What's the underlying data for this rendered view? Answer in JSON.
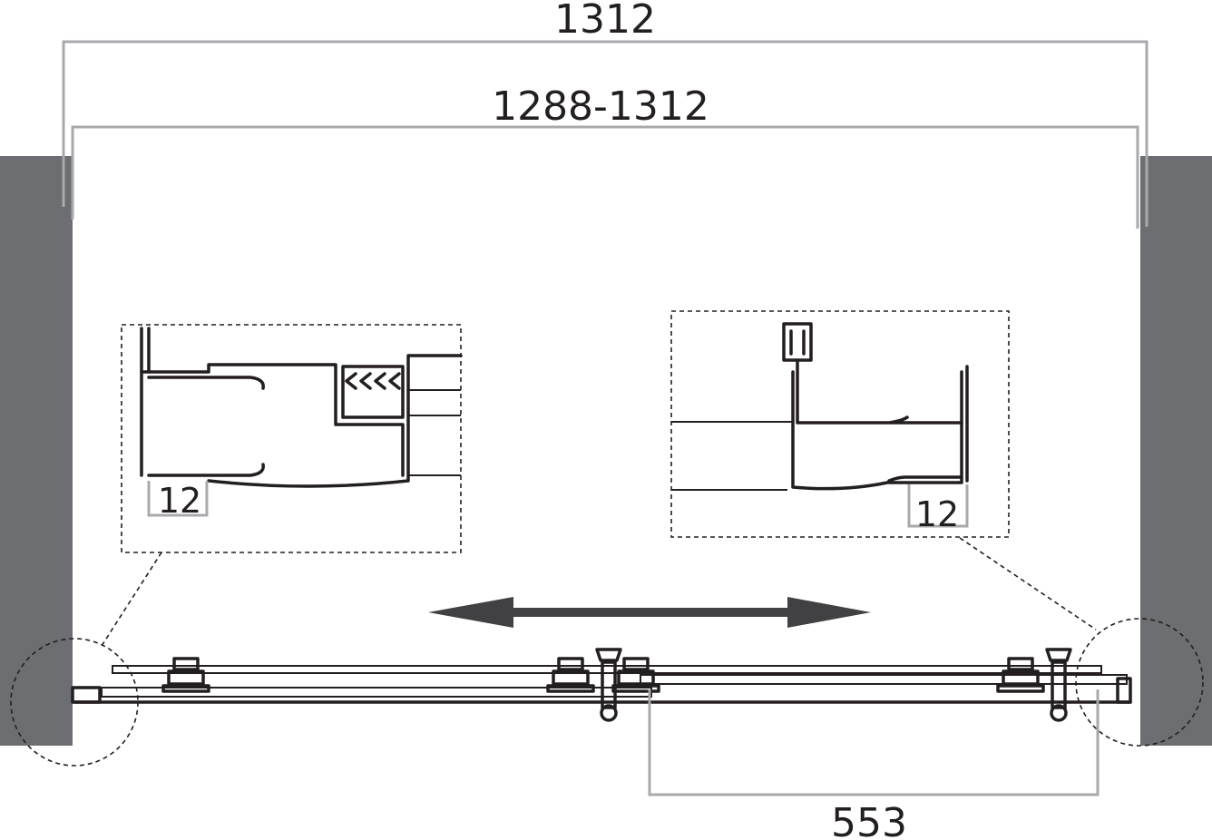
{
  "dimensions": {
    "overall_width": "1312",
    "adjustable_range": "1288-1312",
    "entry_opening": "553"
  },
  "details": {
    "left_clearance": "12",
    "right_clearance": "12"
  },
  "colors": {
    "wall": "#6d6e71",
    "dimension_line": "#a7a9ac",
    "outline": "#231f20"
  },
  "icons": [
    "double-headed-arrow-icon"
  ]
}
